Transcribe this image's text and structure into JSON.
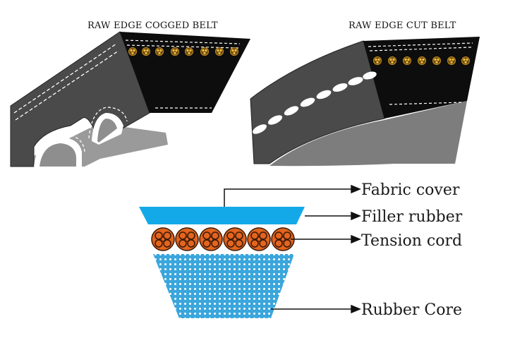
{
  "titles": {
    "cogged_belt": "RAW EDGE COGGED BELT",
    "cut_belt": "RAW EDGE CUT BELT"
  },
  "labels": {
    "fabric_cover": "Fabric cover",
    "filler_rubber": "Filler rubber",
    "tension_cord": "Tension cord",
    "rubber_core": "Rubber Core"
  },
  "colors": {
    "belt_dark": "#4a4a4a",
    "belt_black": "#0d0d0d",
    "fabric_blue": "#13a9e8",
    "core_blue": "#3aa6dc",
    "cord_orange": "#e2641e"
  }
}
